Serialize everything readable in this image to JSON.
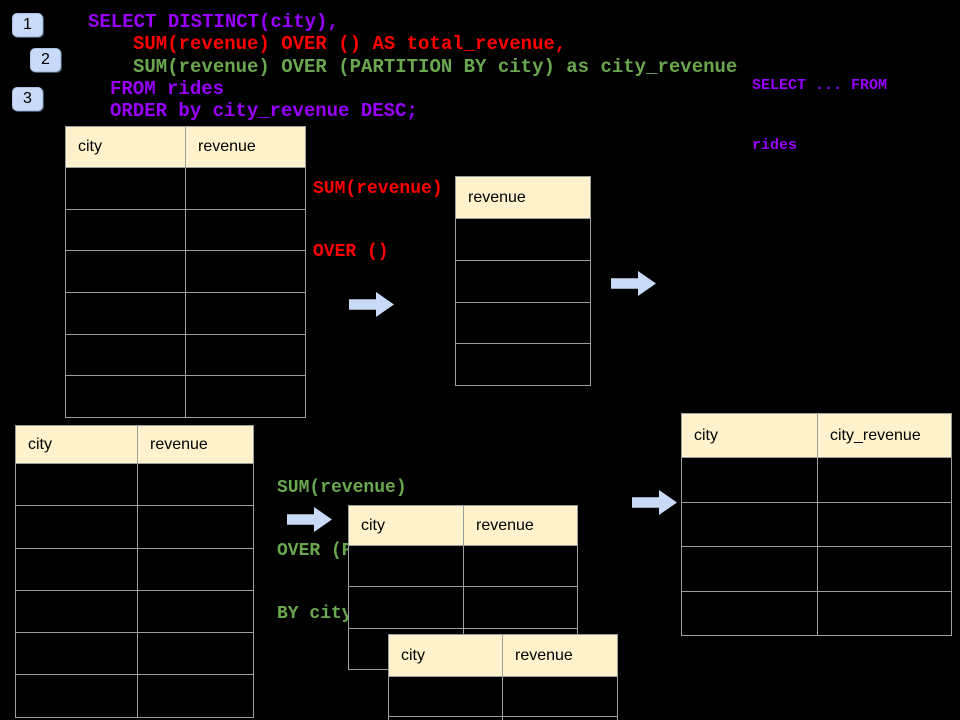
{
  "colors": {
    "background": "#000000",
    "purple": "#9900FF",
    "red": "#FF0000",
    "green": "#6AA84F",
    "badge-bg": "#C9DAF8",
    "arrow-fill": "#C9DAF8",
    "table-header-bg": "#FFF2CC",
    "table-border": "#9E9E9E",
    "table-cell-bg": "#000000"
  },
  "steps": [
    {
      "label": "1"
    },
    {
      "label": "2"
    },
    {
      "label": "3"
    }
  ],
  "code": {
    "lines": [
      {
        "text": "SELECT DISTINCT(city),",
        "color": "#9900FF"
      },
      {
        "text": "SUM(revenue) OVER () AS total_revenue,",
        "color": "#FF0000"
      },
      {
        "text": "SUM(revenue) OVER (PARTITION BY city) as city_revenue",
        "color": "#6AA84F"
      },
      {
        "text": "FROM rides",
        "color": "#9900FF"
      },
      {
        "text": "ORDER by city_revenue DESC;",
        "color": "#9900FF"
      }
    ]
  },
  "side_note": {
    "color": "#9900FF",
    "lines": [
      "SELECT ... FROM",
      "rides"
    ]
  },
  "annotations": {
    "total": {
      "color": "#FF0000",
      "lines": [
        "SUM(revenue)",
        "OVER ()"
      ]
    },
    "partition": {
      "color": "#6AA84F",
      "lines": [
        "SUM(revenue)",
        "OVER (PARTITION",
        "BY city)"
      ]
    }
  },
  "tables": {
    "source_top": {
      "headers": [
        "city",
        "revenue"
      ],
      "empty_rows": 6
    },
    "total_result": {
      "headers": [
        "revenue"
      ],
      "empty_rows": 4
    },
    "source_bottom": {
      "headers": [
        "city",
        "revenue"
      ],
      "empty_rows": 6
    },
    "partition_mid": {
      "headers": [
        "city",
        "revenue"
      ],
      "empty_rows": 3
    },
    "partition_overlay": {
      "headers": [
        "city",
        "revenue"
      ],
      "empty_rows": 2
    },
    "city_revenue_result": {
      "headers": [
        "city",
        "city_revenue"
      ],
      "empty_rows": 4
    }
  }
}
